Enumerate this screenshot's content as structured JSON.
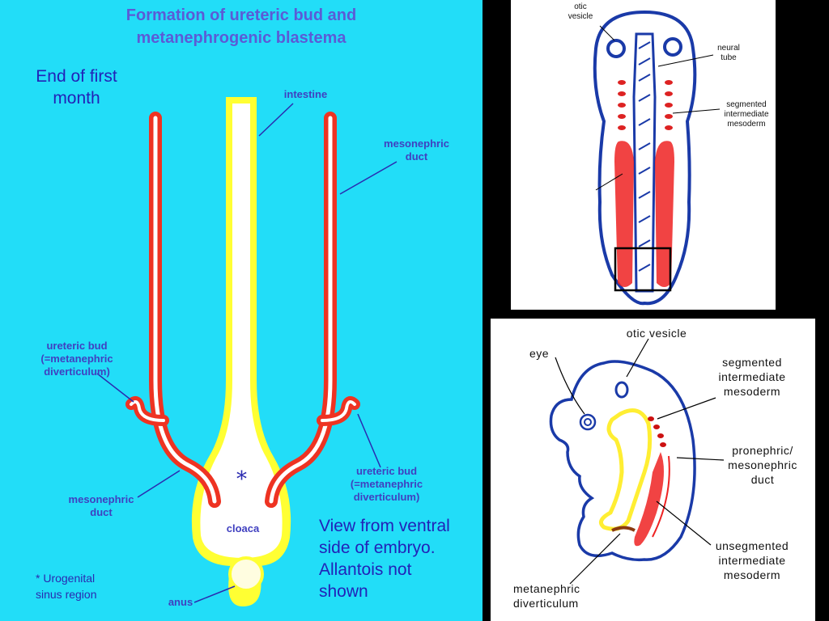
{
  "left_panel": {
    "title_line1": "Formation of ureteric bud and",
    "title_line2": "metanephrogenic blastema",
    "stage_line1": "End of first",
    "stage_line2": "month",
    "labels": {
      "intestine": "intestine",
      "mesonephric_duct_top_1": "mesonephric",
      "mesonephric_duct_top_2": "duct",
      "ureteric_bud_left_1": "ureteric bud",
      "ureteric_bud_left_2": "(=metanephric",
      "ureteric_bud_left_3": "diverticulum)",
      "mesonephric_duct_bottom_1": "mesonephric",
      "mesonephric_duct_bottom_2": "duct",
      "ureteric_bud_right_1": "ureteric bud",
      "ureteric_bud_right_2": "(=metanephric",
      "ureteric_bud_right_3": "diverticulum)",
      "asterisk": "*",
      "cloaca": "cloaca",
      "anus": "anus"
    },
    "footnote_line1": "* Urogenital",
    "footnote_line2": "sinus region",
    "view_note_line1": "View from ventral",
    "view_note_line2": "side of embryo.",
    "view_note_line3": "Allantois not",
    "view_note_line4": "shown"
  },
  "top_right_panel": {
    "otic_vesicle_1": "otic",
    "otic_vesicle_2": "vesicle",
    "neural_tube_1": "neural",
    "neural_tube_2": "tube",
    "segmented_1": "segmented",
    "segmented_2": "intermediate",
    "segmented_3": "mesoderm"
  },
  "bottom_right_panel": {
    "otic_vesicle": "otic vesicle",
    "eye": "eye",
    "segmented_1": "segmented",
    "segmented_2": "intermediate",
    "segmented_3": "mesoderm",
    "pronephric_1": "pronephric/",
    "pronephric_2": "mesonephric",
    "pronephric_3": "duct",
    "unsegmented_1": "unsegmented",
    "unsegmented_2": "intermediate",
    "unsegmented_3": "mesoderm",
    "metanephric_1": "metanephric",
    "metanephric_2": "diverticulum"
  },
  "colors": {
    "left_background": "#22ddf8",
    "duct_red": "#ee3322",
    "intestine_yellow": "#ffff33",
    "label_blue": "#4040c0",
    "outline_blue": "#1a3aa8"
  }
}
